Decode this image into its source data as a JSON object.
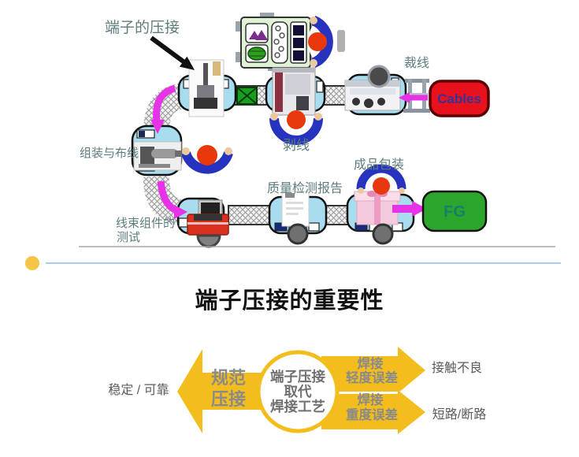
{
  "process_flow": {
    "crimping_label": "端子的压接",
    "cutting_label": "裁线",
    "stripping_label": "剥线",
    "assembly_label": "组装与布线",
    "testing_label_line1": "线束组件的",
    "testing_label_line2": "测试",
    "qc_label": "质量检测报告",
    "packaging_label": "成品包装",
    "cables_label": "Cables",
    "fg_label": "FG"
  },
  "importance_section": {
    "title": "端子压接的重要性",
    "left_outcome": "稳定 / 可靠",
    "left_arrow_line1": "规范",
    "left_arrow_line2": "压接",
    "center_circle_line1": "端子压接",
    "center_circle_line2": "取代",
    "center_circle_line3": "焊接工艺",
    "top_arrow_line1": "焊接",
    "top_arrow_line2": "轻度误差",
    "top_arrow_outcome": "接触不良",
    "bottom_arrow_line1": "焊接",
    "bottom_arrow_line2": "重度误差",
    "bottom_arrow_outcome": "短路/断路"
  },
  "colors": {
    "station_blue": "#A8DCEF",
    "cables_red": "#E8121E",
    "fg_green": "#2CA52C",
    "flow_arrow_magenta": "#E832E8",
    "highlight_yellow": "#F3BD1E",
    "person_blue": "#2633BE",
    "person_head_red": "#E8380D",
    "label_teal": "#5E7D7D"
  }
}
